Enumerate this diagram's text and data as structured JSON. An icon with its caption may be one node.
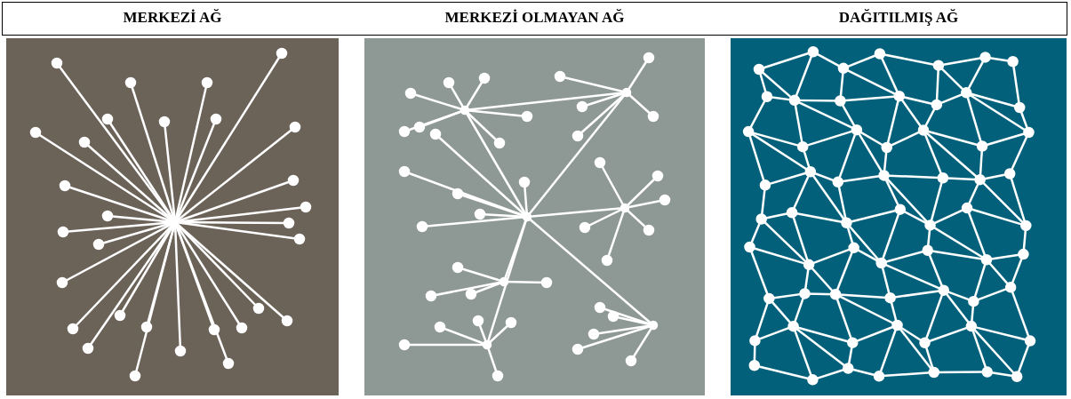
{
  "diagram": {
    "nodes": [
      {
        "text": [
          "MERKEZİ AĞ"
        ]
      },
      {
        "text": [
          "MERKEZİ OLMAYAN AĞ"
        ]
      },
      {
        "text": [
          "DAĞITILMIŞ AĞ"
        ]
      }
    ]
  }
}
